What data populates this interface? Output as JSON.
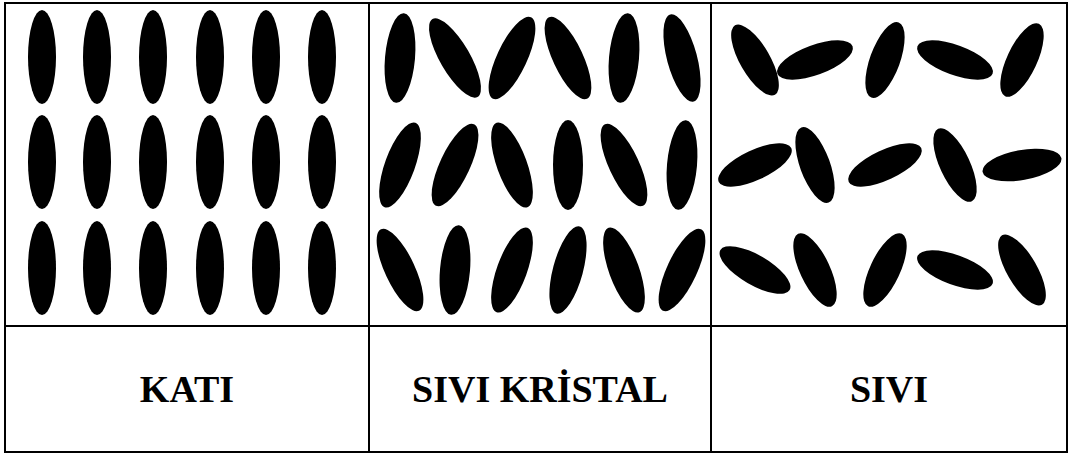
{
  "diagram": {
    "nodes": [
      {
        "text": [
          "KATI"
        ]
      },
      {
        "text": [
          "SIVI KRİSTAL"
        ]
      },
      {
        "text": [
          "SIVI"
        ]
      }
    ]
  }
}
